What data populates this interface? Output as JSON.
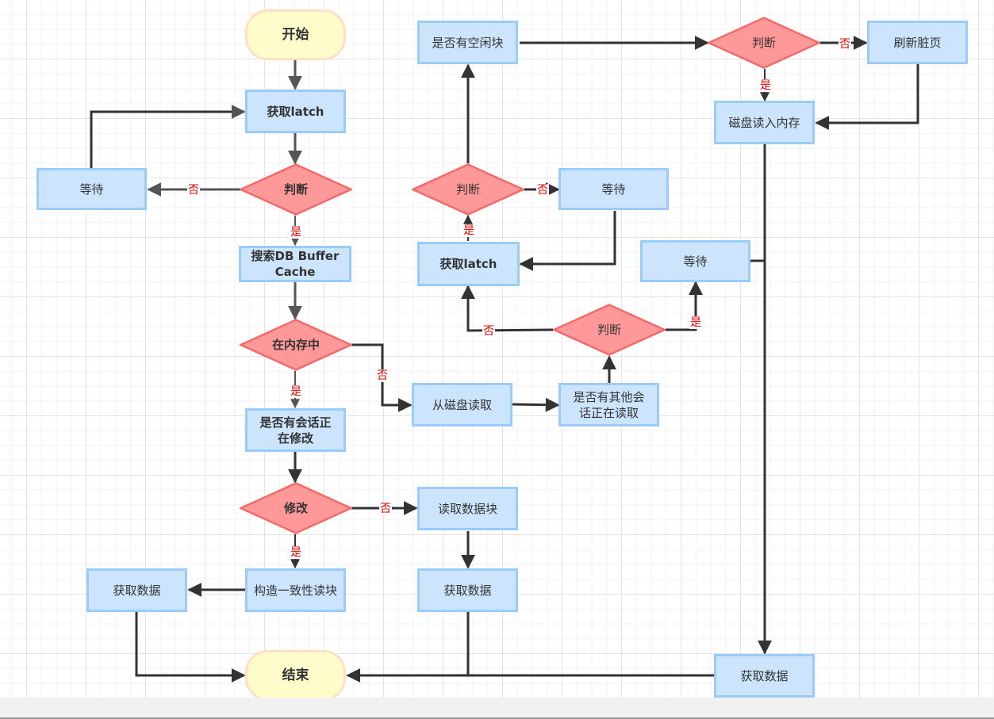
{
  "diagram": {
    "colors": {
      "process_fill": "#cce5fc",
      "process_border": "#99ccf9",
      "decision_fill": "#ff9999",
      "decision_border": "#f26b6b",
      "terminal_fill": "#fffccc",
      "terminal_border": "#ffe0c4",
      "edge": "#333333",
      "edge_label": "#e00000"
    },
    "nodes": {
      "start": "开始",
      "get_latch_1": "获取latch",
      "judge_1": "判断",
      "wait_1": "等待",
      "search_buffer": "搜索DB Buffer Cache",
      "in_memory": "在内存中",
      "session_modifying": "是否有会话正在修改",
      "modify": "修改",
      "build_consistent_read": "构造一致性读块",
      "get_data_1": "获取数据",
      "read_block": "读取数据块",
      "get_data_2": "获取数据",
      "end": "结束",
      "read_from_disk": "从磁盘读取",
      "other_session_reading": "是否有其他会话正在读取",
      "judge_3": "判断",
      "wait_3": "等待",
      "get_latch_2": "获取latch",
      "judge_2": "判断",
      "wait_2": "等待",
      "has_free_block": "是否有空闲块",
      "judge_4": "判断",
      "flush_dirty": "刷新脏页",
      "disk_to_memory": "磁盘读入内存",
      "get_data_3": "获取数据"
    },
    "edge_labels": {
      "yes": "是",
      "no": "否"
    }
  }
}
